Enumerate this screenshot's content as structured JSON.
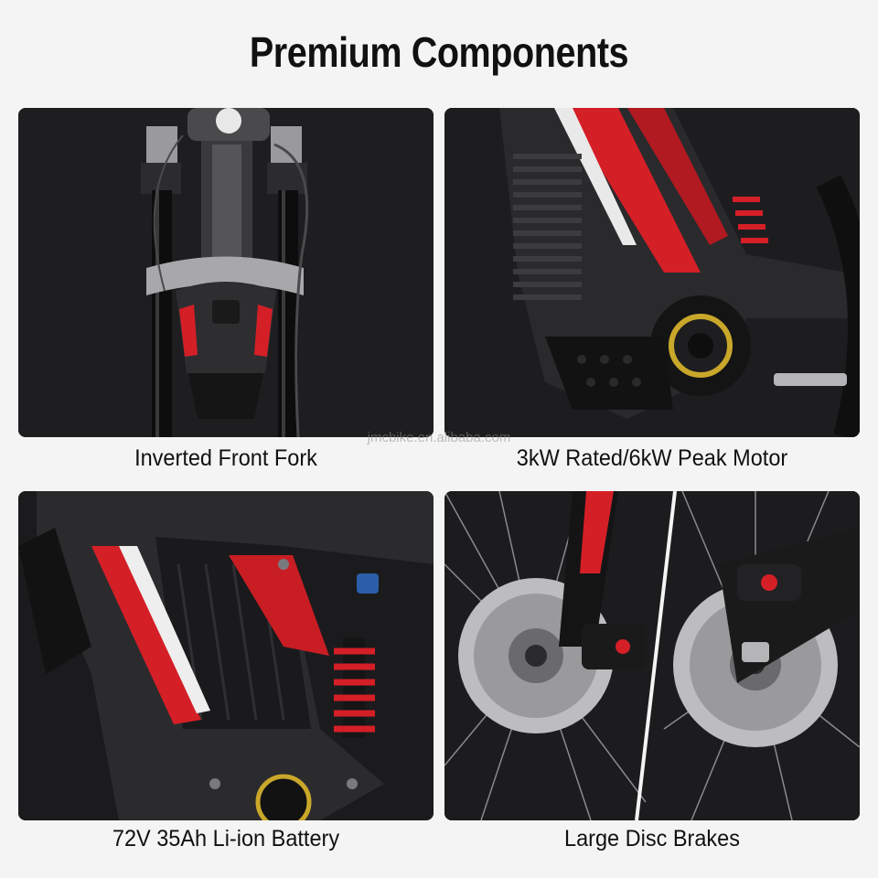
{
  "title": "Premium Components",
  "watermark": "jmcbike.en.alibaba.com",
  "panels": [
    {
      "caption": "Inverted Front Fork"
    },
    {
      "caption": "3kW Rated/6kW Peak Motor"
    },
    {
      "caption": "72V 35Ah Li-ion Battery"
    },
    {
      "caption": "Large Disc Brakes"
    }
  ],
  "colors": {
    "accent_red": "#d41f26",
    "frame_dark": "#2a2a2c",
    "background": "#f4f4f4"
  }
}
